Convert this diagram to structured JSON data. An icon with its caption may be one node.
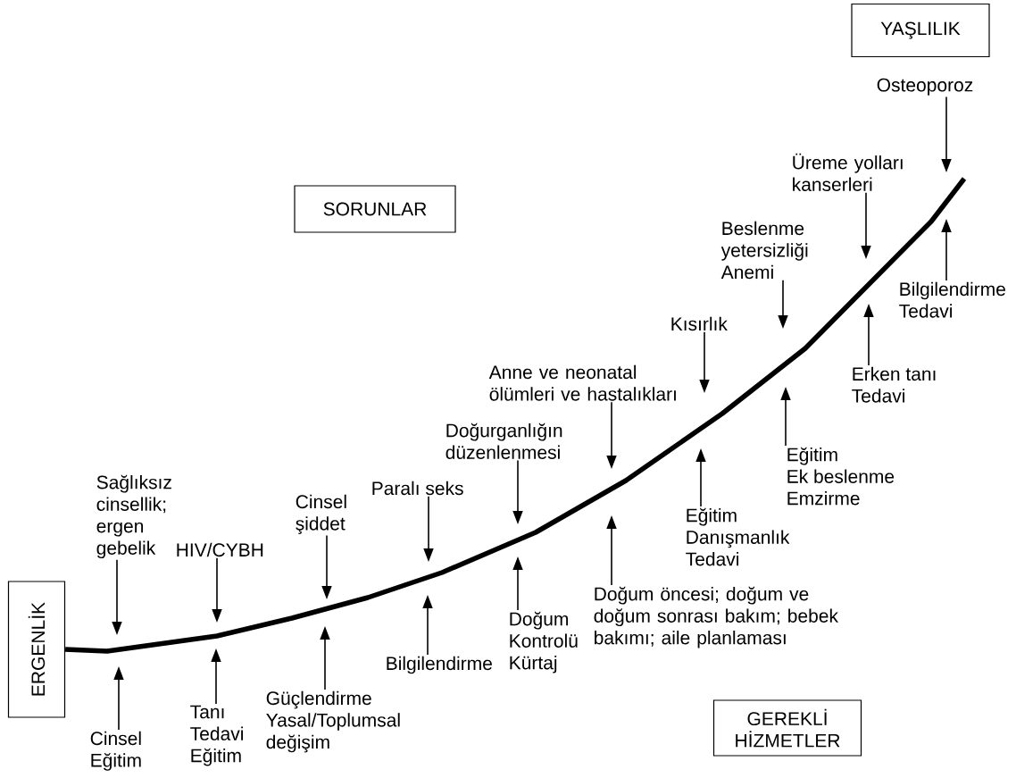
{
  "diagram": {
    "nodes": [
      {
        "text": [
          "YAŞLILIK"
        ]
      },
      {
        "text": [
          "Osteoporoz"
        ]
      },
      {
        "text": [
          "SORUNLAR"
        ]
      },
      {
        "text": [
          "Üreme yolları kanserleri"
        ]
      },
      {
        "text": [
          "Beslenme yetersizliği",
          "Anemi"
        ]
      },
      {
        "text": [
          "Bilgilendirme",
          "Tedavi"
        ]
      },
      {
        "text": [
          "Kısırlık"
        ]
      },
      {
        "text": [
          "Erken tanı",
          "Tedavi"
        ]
      },
      {
        "text": [
          "Anne ve neonatal ölümleri ve hastalıkları"
        ]
      },
      {
        "text": [
          "Eğitim",
          "Ek beslenme",
          "Emzirme"
        ]
      },
      {
        "text": [
          "Doğurganlığın düzenlenmesi"
        ]
      },
      {
        "text": [
          "Eğitim",
          "Danışmanlık",
          "Tedavi"
        ]
      },
      {
        "text": [
          "Sağlıksız cinsellik; ergen gebelik"
        ]
      },
      {
        "text": [
          "Cinsel şiddet"
        ]
      },
      {
        "text": [
          "Paralı seks"
        ]
      },
      {
        "text": [
          "HIV/CYBH"
        ]
      },
      {
        "text": [
          "Doğum öncesi; doğum ve doğum sonrası bakım; bebek bakımı; aile planlaması"
        ]
      },
      {
        "text": [
          "ERGENLİK"
        ]
      },
      {
        "text": [
          "Bilgilendirme"
        ]
      },
      {
        "text": [
          "Doğum Kontrolü",
          "Kürtaj"
        ]
      },
      {
        "text": [
          "GEREKLİ HİZMETLER"
        ]
      },
      {
        "text": [
          "Cinsel",
          "Eğitim"
        ]
      },
      {
        "text": [
          "Tanı",
          "Tedavi",
          "Eğitim"
        ]
      },
      {
        "text": [
          "Güçlendirme",
          "Yasal/Toplumsal değişim"
        ]
      }
    ],
    "edges": [
      {
        "from": 1,
        "to": null,
        "arrow": "to"
      },
      {
        "from": 3,
        "to": null,
        "arrow": "to"
      },
      {
        "from": 4,
        "to": null,
        "arrow": "to"
      },
      {
        "from": 6,
        "to": null,
        "arrow": "to"
      },
      {
        "from": 8,
        "to": null,
        "arrow": "to"
      },
      {
        "from": 10,
        "to": null,
        "arrow": "to"
      },
      {
        "from": 12,
        "to": null,
        "arrow": "to"
      },
      {
        "from": 15,
        "to": null,
        "arrow": "to"
      },
      {
        "from": 13,
        "to": null,
        "arrow": "to"
      },
      {
        "from": 14,
        "to": null,
        "arrow": "to"
      },
      {
        "from": 5,
        "to": null,
        "arrow": "to"
      },
      {
        "from": 7,
        "to": null,
        "arrow": "to"
      },
      {
        "from": 9,
        "to": null,
        "arrow": "to"
      },
      {
        "from": 11,
        "to": null,
        "arrow": "to"
      },
      {
        "from": 16,
        "to": null,
        "arrow": "to"
      },
      {
        "from": 19,
        "to": null,
        "arrow": "to"
      },
      {
        "from": 18,
        "to": null,
        "arrow": "to"
      },
      {
        "from": 23,
        "to": null,
        "arrow": "to"
      },
      {
        "from": 22,
        "to": null,
        "arrow": "to"
      },
      {
        "from": 21,
        "to": null,
        "arrow": "to"
      },
      {
        "from": 17,
        "to": null,
        "arrow": "none",
        "style": "thick"
      }
    ]
  }
}
